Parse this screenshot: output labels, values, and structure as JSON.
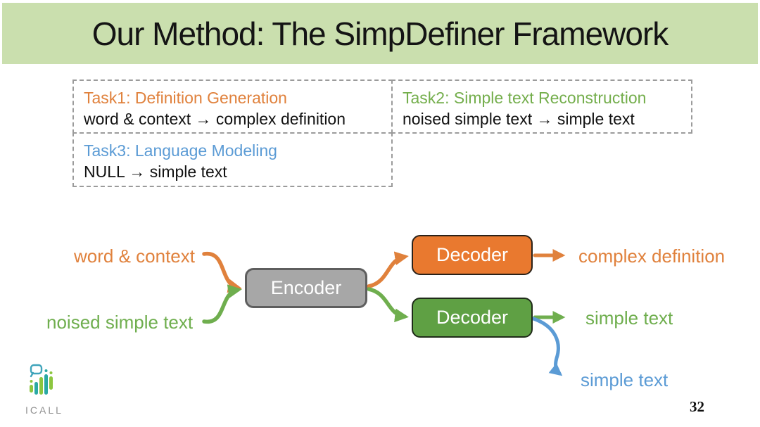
{
  "slide": {
    "title": "Our Method: The SimpDefiner Framework",
    "page_number": "32"
  },
  "tasks": [
    {
      "title": "Task1: Definition Generation",
      "mapping": "word & context → complex definition",
      "accent_color": "#e0813c"
    },
    {
      "title": "Task2: Simple text Reconstruction",
      "mapping": "noised simple text → simple text",
      "accent_color": "#74ae4c"
    },
    {
      "title": "Task3: Language Modeling",
      "mapping": "NULL → simple text",
      "accent_color": "#5b9bd5"
    }
  ],
  "diagram": {
    "inputs": [
      {
        "label": "word & context",
        "color": "#e0813c"
      },
      {
        "label": "noised simple text",
        "color": "#6fae4e"
      }
    ],
    "encoder": {
      "label": "Encoder",
      "fill": "#a7a7a7"
    },
    "decoders": [
      {
        "label": "Decoder",
        "fill": "#e9792f"
      },
      {
        "label": "Decoder",
        "fill": "#5fa044"
      }
    ],
    "outputs": [
      {
        "label": "complex definition",
        "color": "#e0813c"
      },
      {
        "label": "simple text",
        "color": "#6fae4e"
      },
      {
        "label": "simple text",
        "color": "#5b9bd5"
      }
    ]
  },
  "logo": {
    "text": "ICALL"
  },
  "colors": {
    "header_background": "#cadfae",
    "orange": "#e0813c",
    "green": "#6fae4e",
    "blue": "#5b9bd5",
    "encoder_gray": "#a7a7a7",
    "dashed_border": "#9b9b9b"
  }
}
